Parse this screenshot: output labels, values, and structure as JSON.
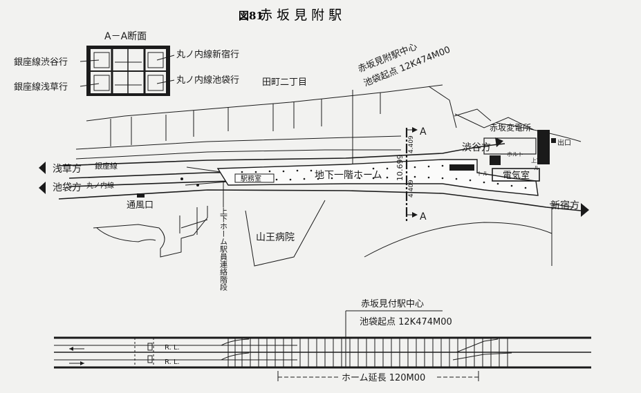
{
  "figure": {
    "number": "図81",
    "title": "赤 坂 見 附 駅"
  },
  "section_inset": {
    "title": "A－A断面",
    "label_ginza_shibuya": "銀座線渋谷行",
    "label_ginza_asakusa": "銀座線浅草行",
    "label_marunouchi_shinjuku": "丸ノ内線新宿行",
    "label_marunouchi_ikebukuro": "丸ノ内線池袋行"
  },
  "plan": {
    "center_label_1": "赤坂見附駅中心",
    "center_label_2": "池袋起点 12K474M00",
    "district": "田町二丁目",
    "section_mark_top": "A",
    "section_mark_bottom": "A",
    "dir_asakusa": "浅草方",
    "dir_ikebukuro": "池袋方",
    "dir_shibuya": "渋谷方",
    "dir_shinjuku": "新宿方",
    "line_ginza": "銀座線",
    "line_marunouchi": "丸ノ内線",
    "platform": "地下一階ホーム",
    "staff_room": "駅務室",
    "substation": "赤坂変電所",
    "electric_room": "電気室",
    "exit_label": "出口",
    "vent": "通風口",
    "hospital": "山王病院",
    "stair_note": "上下ホーム駅員連絡階段",
    "dim_top": "4.409",
    "dim_mid": "10.699",
    "dim_bottom": "4.409",
    "small_1": "ホルト",
    "small_2": "トル",
    "small_3": "上室",
    "small_4": "ル"
  },
  "profile": {
    "center_label_1": "赤坂見付駅中心",
    "center_label_2": "池袋起点 12K474M00",
    "rl_upper": "R. L.",
    "rl_lower": "R. L.",
    "platform_length": "ホーム延長 120M00"
  }
}
